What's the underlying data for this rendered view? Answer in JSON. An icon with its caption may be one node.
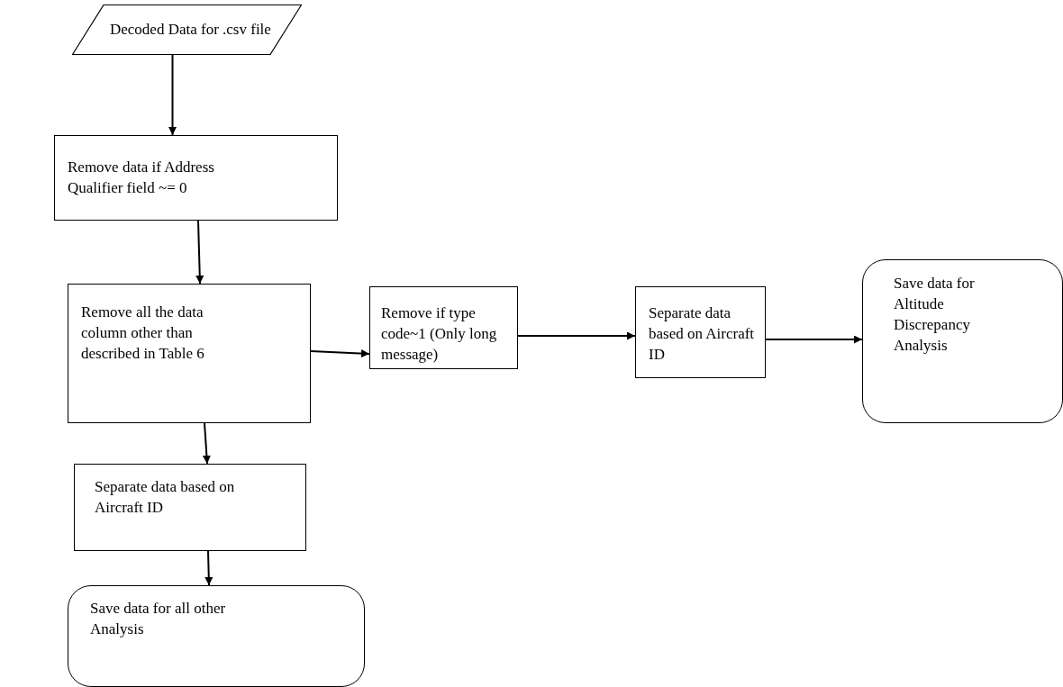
{
  "diagram": {
    "nodes": [
      {
        "text": [
          "Decoded Data for .csv file"
        ]
      },
      {
        "text": [
          "Remove data if Address Qualifier field ~= 0"
        ]
      },
      {
        "text": [
          "Remove all the data column other than described in Table 6"
        ]
      },
      {
        "text": [
          "Remove if type code~1 (Only long message)"
        ]
      },
      {
        "text": [
          "Separate data based on Aircraft ID"
        ]
      },
      {
        "text": [
          "Save data for Altitude Discrepancy Analysis"
        ]
      },
      {
        "text": [
          "Separate data based on Aircraft ID"
        ]
      },
      {
        "text": [
          "Save data for all other Analysis"
        ]
      }
    ],
    "edges": [
      {
        "from": 0,
        "to": 1,
        "arrow": "to"
      },
      {
        "from": 1,
        "to": 2,
        "arrow": "to"
      },
      {
        "from": 2,
        "to": 3,
        "arrow": "to"
      },
      {
        "from": 3,
        "to": 4,
        "arrow": "to"
      },
      {
        "from": 4,
        "to": 5,
        "arrow": "to"
      },
      {
        "from": 2,
        "to": 6,
        "arrow": "to"
      },
      {
        "from": 6,
        "to": 7,
        "arrow": "to"
      }
    ]
  }
}
